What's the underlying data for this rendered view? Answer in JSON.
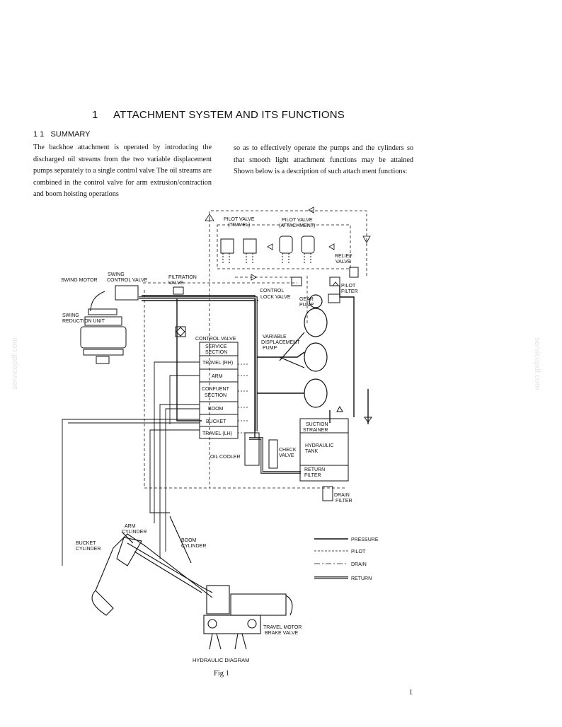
{
  "chapter": {
    "number": "1",
    "title": "ATTACHMENT SYSTEM AND ITS FUNCTIONS"
  },
  "section": {
    "heading": "1 1   SUMMARY"
  },
  "summary": {
    "left": "The backhoe attachment is operated by introducing the discharged oil streams from the two variable displacement pumps separately to a single control valve The oil streams are combined in the control valve for arm extrusion/contraction and boom hoisting operations",
    "right": "so as to effectively operate the pumps and the cylinders so that smooth light attachment functions may be attained Shown below is a description of such attach ment functions:"
  },
  "watermark": "servicepdf.com",
  "diagram": {
    "pilot_valve_travel": [
      "PILOT VALVE",
      "(TRAVEL)"
    ],
    "pilot_valve_attachment": [
      "PILOT VALVE",
      "(ATTACHMENT)"
    ],
    "relief_valve": [
      "RELIEF",
      "VALVE"
    ],
    "swing_motor": "SWING MOTOR",
    "swing_control_valve": [
      "SWING",
      "CONTROL VALVE"
    ],
    "filtration_valve": [
      "FILTRATION",
      "VALVE"
    ],
    "control_lock_valve": [
      "CONTROL",
      "LOCK VALVE"
    ],
    "pilot_filter": [
      "PILOT",
      "FILTER"
    ],
    "gear_pump": [
      "GEAR",
      "PUMP"
    ],
    "swing_reduction_unit": [
      "SWING",
      "REDUCTION UNIT"
    ],
    "control_valve": "CONTROL VALVE",
    "variable_displacement_pump": [
      "VARIABLE",
      "DISPLACEMENT",
      "PUMP"
    ],
    "control_valve_sections": [
      [
        "SERVICE",
        "SECTION"
      ],
      [
        "TRAVEL (RH)"
      ],
      [
        "ARM"
      ],
      [
        "CONFUENT",
        "SECTION"
      ],
      [
        "BOOM"
      ],
      [
        "BUCKET"
      ],
      [
        "TRAVEL (LH)"
      ]
    ],
    "suction_strainer": [
      "SUCTION",
      "STRAINER"
    ],
    "hydraulic_tank": [
      "HYDRAULIC",
      "TANK"
    ],
    "oil_cooler": "OIL COOLER",
    "check_valve": [
      "CHECK",
      "VALVE"
    ],
    "return_filter": [
      "RETURN",
      "FILTER"
    ],
    "drain_filter": [
      "DRAIN",
      "FILTER"
    ],
    "arm_cylinder": [
      "ARM",
      "CYLINDER"
    ],
    "bucket_cylinder": [
      "BUCKET",
      "CYLINDER"
    ],
    "boom_cylinder": [
      "BOOM",
      "CYLINDER"
    ],
    "travel_motor_brake_valve": [
      "TRAVEL MOTOR",
      "BRAKE VALVE"
    ],
    "title": "HYDRAULIC DIAGRAM",
    "legend": [
      "PRESSURE",
      "PILOT",
      "DRAIN",
      "RETURN"
    ]
  },
  "figure_caption": "Fig 1",
  "page_number": "1"
}
